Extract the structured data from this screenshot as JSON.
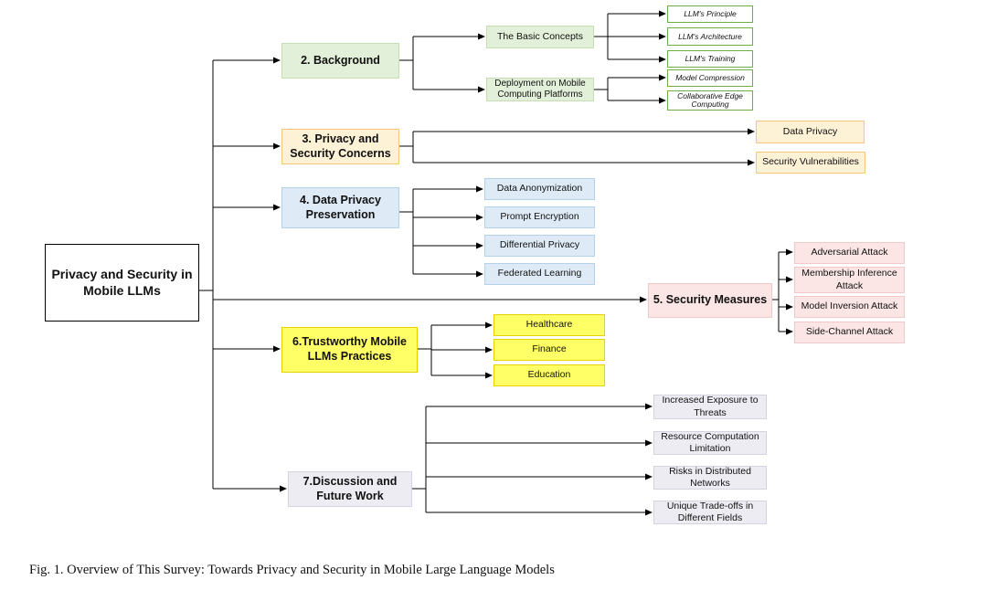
{
  "root": "Privacy and Security in Mobile LLMs",
  "sections": {
    "background": "2. Background",
    "privacy_concerns": "3. Privacy and Security Concerns",
    "data_privacy": "4. Data Privacy Preservation",
    "security_measures": "5. Security Measures",
    "trustworthy": "6.Trustworthy Mobile LLMs Practices",
    "discussion": "7.Discussion and Future Work"
  },
  "background": {
    "basic_concepts": "The Basic Concepts",
    "deployment": "Deployment on Mobile Computing Platforms",
    "principle": "LLM's Principle",
    "architecture": "LLM's Architecture",
    "training": "LLM's Training",
    "compression": "Model Compression",
    "edge": "Collaborative Edge Computing"
  },
  "concerns": {
    "data_privacy": "Data Privacy",
    "vulnerabilities": "Security Vulnerabilities"
  },
  "preservation": {
    "anonymization": "Data Anonymization",
    "encryption": "Prompt Encryption",
    "differential": "Differential Privacy",
    "federated": "Federated Learning"
  },
  "security": {
    "adversarial": "Adversarial Attack",
    "membership": "Membership Inference Attack",
    "inversion": "Model Inversion Attack",
    "side_channel": "Side-Channel Attack"
  },
  "practices": {
    "healthcare": "Healthcare",
    "finance": "Finance",
    "education": "Education"
  },
  "future": {
    "exposure": "Increased Exposure to Threats",
    "resource": "Resource Computation Limitation",
    "risks": "Risks in Distributed Networks",
    "tradeoffs": "Unique Trade-offs in Different Fields"
  },
  "caption": "Fig. 1.  Overview of This Survey: Towards Privacy and Security in Mobile Large Language Models"
}
